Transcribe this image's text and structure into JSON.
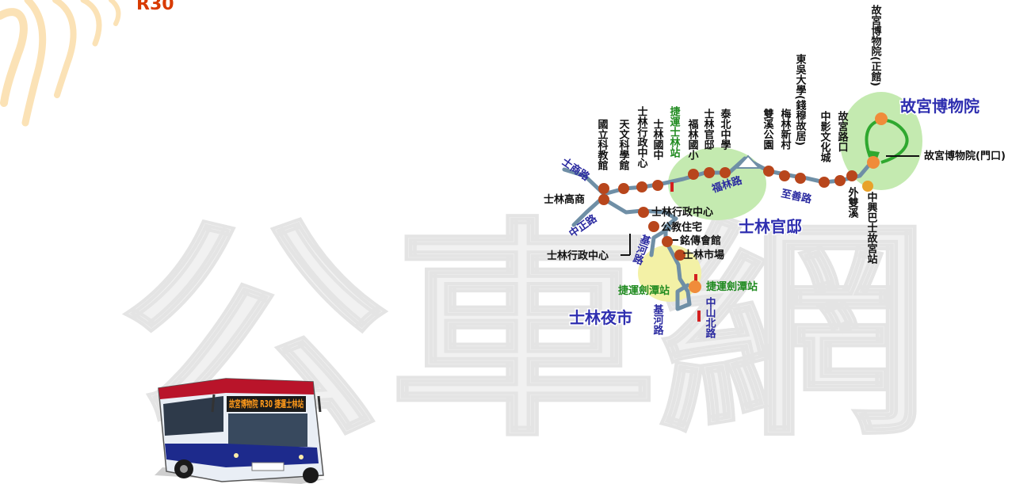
{
  "route_number": "R30",
  "watermark": "公車網",
  "colors": {
    "route_line": "#6f8fa6",
    "stop_fill": "#b8461c",
    "terminal_fill": "#f08c3a",
    "loop_arrow": "#2fa82f",
    "green_area": "#c4eab0",
    "yellow_area": "#f3f1a6",
    "mrt_marker": "#d42020"
  },
  "stops": [
    {
      "id": "museum-main",
      "label": "故宮博物院(正館)"
    },
    {
      "id": "museum-gate",
      "label": "故宮博物院(門口)"
    },
    {
      "id": "zhongxing-bus",
      "label": "中興巴士故宮站"
    },
    {
      "id": "waishuangxi",
      "label": "外雙溪"
    },
    {
      "id": "palace-road",
      "label": "故宮路口"
    },
    {
      "id": "cmpc",
      "label": "中影文化城"
    },
    {
      "id": "soochow",
      "label": "東吳大學(錢穆故居)"
    },
    {
      "id": "meilin",
      "label": "梅林新村"
    },
    {
      "id": "shuangxi-park",
      "label": "雙溪公園"
    },
    {
      "id": "taipei-hs",
      "label": "泰北中學"
    },
    {
      "id": "official-residence",
      "label": "士林官邸"
    },
    {
      "id": "fulin-elem",
      "label": "福林國小"
    },
    {
      "id": "mrt-shilin",
      "label": "捷運士林站"
    },
    {
      "id": "shilin-jh",
      "label": "士林國中"
    },
    {
      "id": "shilin-admin-top",
      "label": "士林行政中心"
    },
    {
      "id": "astronomy",
      "label": "天文科學館"
    },
    {
      "id": "science-edu",
      "label": "國立科教館"
    },
    {
      "id": "shilin-hs",
      "label": "士林高商"
    },
    {
      "id": "shilin-admin-mid",
      "label": "士林行政中心"
    },
    {
      "id": "public-housing",
      "label": "公教住宅"
    },
    {
      "id": "mingchuan",
      "label": "銘傳會館"
    },
    {
      "id": "shilin-market",
      "label": "士林市場"
    },
    {
      "id": "mrt-jiantan-left",
      "label": "捷運劍潭站"
    },
    {
      "id": "mrt-jiantan-right",
      "label": "捷運劍潭站"
    },
    {
      "id": "shilin-admin-left",
      "label": "士林行政中心"
    }
  ],
  "roads": [
    "士商路",
    "中正路",
    "基河路",
    "福林路",
    "至善路",
    "基河路",
    "中山北路"
  ],
  "areas": [
    "故宮博物院",
    "士林官邸",
    "士林夜市"
  ],
  "bus": {
    "destination_sign": "故宮博物院 R30 捷運士林站"
  }
}
